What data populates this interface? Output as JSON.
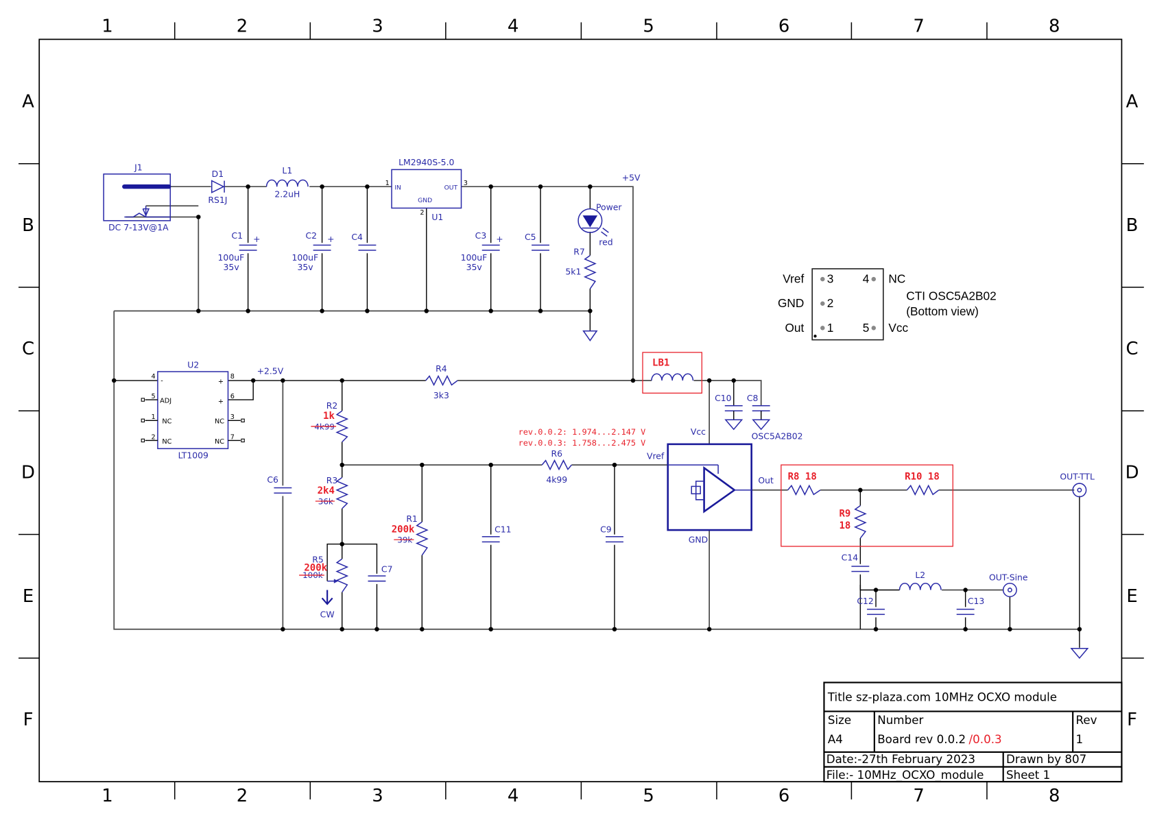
{
  "frame": {
    "columns": [
      "1",
      "2",
      "3",
      "4",
      "5",
      "6",
      "7",
      "8"
    ],
    "rows": [
      "A",
      "B",
      "C",
      "D",
      "E",
      "F"
    ]
  },
  "components": {
    "J1": {
      "ref": "J1",
      "value": "DC 7-13V@1A"
    },
    "D1": {
      "ref": "D1",
      "value": "RS1J"
    },
    "L1": {
      "ref": "L1",
      "value": "2.2uH"
    },
    "C1": {
      "ref": "C1",
      "value": "100uF",
      "voltage": "35v"
    },
    "C2": {
      "ref": "C2",
      "value": "100uF",
      "voltage": "35v"
    },
    "C3": {
      "ref": "C3",
      "value": "100uF",
      "voltage": "35v"
    },
    "C4": {
      "ref": "C4"
    },
    "C5": {
      "ref": "C5"
    },
    "U1": {
      "ref": "U1",
      "value": "LM2940S-5.0",
      "pins": {
        "in_num": "1",
        "in": "IN",
        "out_num": "3",
        "out": "OUT",
        "gnd_num": "2",
        "gnd": "GND"
      }
    },
    "LED": {
      "value": "Power",
      "color": "red"
    },
    "R7": {
      "ref": "R7",
      "value": "5k1"
    },
    "net_5v": "+5V",
    "U2": {
      "ref": "U2",
      "value": "LT1009",
      "pins": [
        {
          "num": "4",
          "name": "-"
        },
        {
          "num": "5",
          "name": "ADJ"
        },
        {
          "num": "1",
          "name": "NC"
        },
        {
          "num": "2",
          "name": "NC"
        },
        {
          "num": "8",
          "name": "+"
        },
        {
          "num": "6",
          "name": "+"
        },
        {
          "num": "3",
          "name": "NC"
        },
        {
          "num": "7",
          "name": "NC"
        }
      ]
    },
    "net_2v5": "+2.5V",
    "R4": {
      "ref": "R4",
      "value": "3k3"
    },
    "R2": {
      "ref": "R2",
      "new_value": "1k",
      "old_value": "4k99"
    },
    "R3": {
      "ref": "R3",
      "new_value": "2k4",
      "old_value": "36k"
    },
    "R5": {
      "ref": "R5",
      "new_value": "200k",
      "old_value": "100k",
      "direction": "CW"
    },
    "R1": {
      "ref": "R1",
      "new_value": "200k",
      "old_value": "39k"
    },
    "C6": {
      "ref": "C6"
    },
    "C7": {
      "ref": "C7"
    },
    "C11": {
      "ref": "C11"
    },
    "C9": {
      "ref": "C9"
    },
    "R6": {
      "ref": "R6",
      "value": "4k99"
    },
    "vref_notes": [
      "rev.0.0.2: 1.974...2.147 V",
      "rev.0.0.3: 1.758...2.475 V"
    ],
    "LB1": {
      "ref": "LB1"
    },
    "C10": {
      "ref": "C10"
    },
    "C8": {
      "ref": "C8"
    },
    "OSC": {
      "value": "OSC5A2B02",
      "vcc": "Vcc",
      "vref": "Vref",
      "out": "Out",
      "gnd": "GND"
    },
    "R8": {
      "label": "R8 18"
    },
    "R10": {
      "label": "R10 18"
    },
    "R9": {
      "ref": "R9",
      "value": "18"
    },
    "C14": {
      "ref": "C14"
    },
    "C12": {
      "ref": "C12"
    },
    "C13": {
      "ref": "C13"
    },
    "L2": {
      "ref": "L2"
    },
    "out_ttl": "OUT-TTL",
    "out_sine": "OUT-Sine"
  },
  "pinout": {
    "title": "CTI OSC5A2B02",
    "subtitle": "(Bottom view)",
    "left": [
      "Vref",
      "GND",
      "Out"
    ],
    "right": [
      "NC",
      "Vcc"
    ],
    "pins": [
      "3",
      "2",
      "1",
      "4",
      "5"
    ]
  },
  "title_block": {
    "title": "Title  sz-plaza.com 10MHz OCXO module",
    "size_label": "Size",
    "size": "A4",
    "number_label": "Number",
    "number": "Board rev 0.0.2",
    "number_new": "/0.0.3",
    "rev_label": "Rev",
    "rev": "1",
    "date": "Date:-27th February 2023",
    "drawn_by": "Drawn by 807",
    "file": "File:-  10MHz_OCXO_module",
    "sheet": "Sheet  1"
  },
  "colors": {
    "symbol": "#2a2aa8",
    "annotation": "#e8202a",
    "wire": "#4a4a4a"
  }
}
